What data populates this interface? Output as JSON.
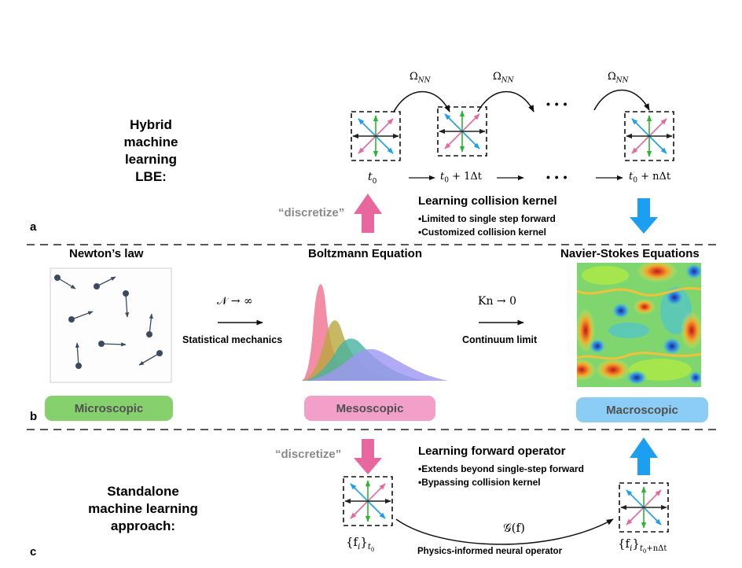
{
  "panel_a": {
    "letter": "a",
    "heading_lines": [
      "Hybrid",
      "machine learning",
      "LBE:"
    ],
    "omega_label": "Ω",
    "omega_sub": "NN",
    "ellipsis": "• • •",
    "t0": "t",
    "t0_sub": "0",
    "t1": "t",
    "t1_tail": " + 1Δt",
    "tn": "t",
    "tn_tail": " + nΔt",
    "discretize": "“discretize”",
    "method_title": "Learning collision kernel",
    "bullets": [
      "•Limited to single step forward",
      "•Customized collision kernel"
    ]
  },
  "panel_b": {
    "letter": "b",
    "newton": "Newton’s law",
    "boltzmann": "Boltzmann Equation",
    "navier": "Navier-Stokes Equations",
    "limit1": "𝒩 → ∞",
    "limit1_caption": "Statistical mechanics",
    "limit2": "Kn → 0",
    "limit2_caption": "Continuum limit",
    "scales": [
      "Microscopic",
      "Mesoscopic",
      "Macroscopic"
    ]
  },
  "panel_c": {
    "letter": "c",
    "heading_lines": [
      "Standalone",
      "machine learning",
      "approach:"
    ],
    "discretize": "“discretize”",
    "method_title": "Learning forward operator",
    "bullets": [
      "•Extends beyond single-step forward",
      "•Bypassing collision kernel"
    ],
    "operator": "𝒢(f)",
    "operator_caption": "Physics-informed neural operator",
    "state_start": "{f",
    "state_start_sub": "i",
    "state_start_tail": "}",
    "state_start_time": "t",
    "state_start_time_sub": "0",
    "state_end": "{f",
    "state_end_sub": "i",
    "state_end_tail": "}",
    "state_end_time": "t",
    "state_end_time_sub": "0",
    "state_end_time_tail": "+nΔt"
  },
  "colors": {
    "pink": "#e8679f",
    "blue": "#1c9ff0",
    "green": "#2bb531",
    "dark": "#2b2b2b",
    "micro": "#86d06e",
    "meso": "#f29fca",
    "macro": "#8ccdf5"
  }
}
